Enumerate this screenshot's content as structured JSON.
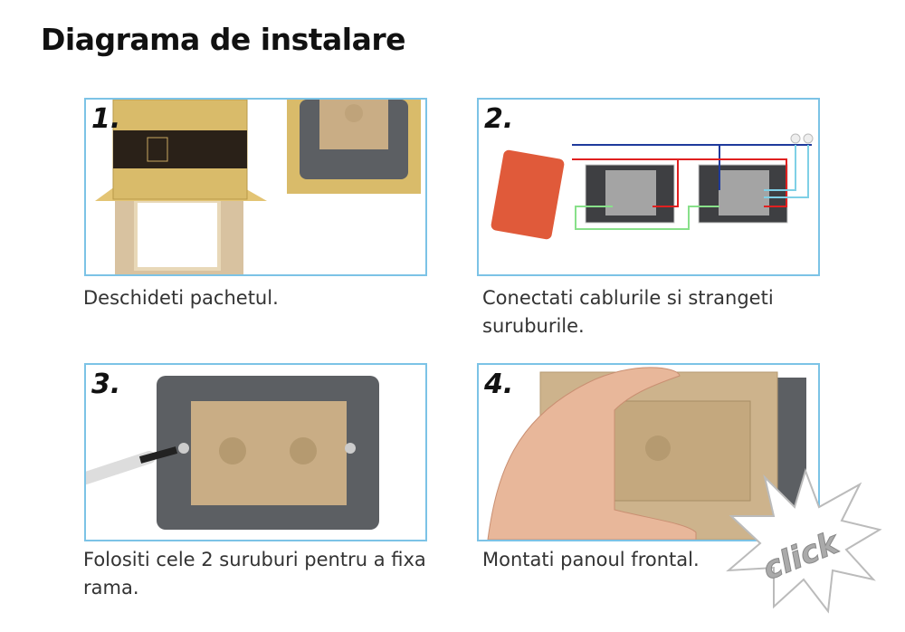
{
  "title": "Diagrama de instalare",
  "steps": [
    {
      "number": "1.",
      "caption": "Deschideti pachetul."
    },
    {
      "number": "2.",
      "caption": "Conectati cablurile si strangeti suruburile."
    },
    {
      "number": "3.",
      "caption": "Folositi cele 2 suruburi pentru a fixa rama."
    },
    {
      "number": "4.",
      "caption": "Montati panoul frontal."
    }
  ],
  "click_label": "click",
  "colors": {
    "border": "#7cc3e6",
    "gold": "#d9bb6a",
    "frame": "#5c5f63",
    "wire_blue": "#1f3a9c",
    "wire_red": "#e02020",
    "wire_green": "#88e08a",
    "wire_cyan": "#7fd0e6"
  }
}
